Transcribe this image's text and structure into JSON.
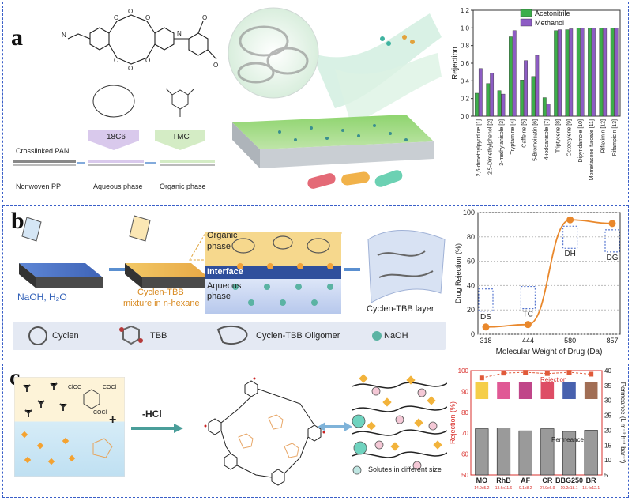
{
  "panel_a": {
    "label": "a",
    "steps": [
      "Crosslinked PAN",
      "Nonwoven PP",
      "Aqueous phase",
      "Organic phase"
    ],
    "monomers": [
      "18C6",
      "TMC"
    ],
    "chart_data": {
      "type": "bar",
      "ylabel": "Rejection",
      "ylim": [
        0,
        1.2
      ],
      "yticks": [
        "0.0",
        "0.2",
        "0.4",
        "0.6",
        "0.8",
        "1.0",
        "1.2"
      ],
      "categories": [
        "2,6-dimethylpyridine [1]",
        "2,5-Dimethylphenol [2]",
        "3-methylanisole [3]",
        "Tryptamine [4]",
        "Caffeine [5]",
        "5-Bromoisatin [6]",
        "4-iodoanisole [7]",
        "Triptycene [8]",
        "Octocrylene [9]",
        "Dipyridamole [10]",
        "Mometasone furoate [11]",
        "Rifaximin [12]",
        "Rifampicin [13]"
      ],
      "series": [
        {
          "name": "Acetonitrile",
          "color": "#3cae4a",
          "values": [
            0.26,
            0.37,
            0.29,
            0.9,
            0.41,
            0.45,
            0.21,
            0.97,
            0.98,
            1.0,
            1.0,
            1.0,
            1.0
          ]
        },
        {
          "name": "Methanol",
          "color": "#8d5cc4",
          "values": [
            0.54,
            0.49,
            0.25,
            0.97,
            0.63,
            0.69,
            0.14,
            0.98,
            0.99,
            1.0,
            1.0,
            1.0,
            1.0
          ]
        }
      ]
    }
  },
  "panel_b": {
    "label": "b",
    "texts": {
      "naoh": "NaOH, H₂O",
      "cyclen_tbb": "Cyclen-TBB",
      "mixture": "mixture in n-hexane",
      "organic": "Organic",
      "phase1": "phase",
      "interface": "Interface",
      "aqueous": "Aqueous",
      "phase2": "phase",
      "layer": "Cyclen-TBB layer"
    },
    "legend": [
      "Cyclen",
      "TBB",
      "Cyclen-TBB Oligomer",
      "NaOH"
    ],
    "chart_data": {
      "type": "line",
      "xlabel": "Molecular Weight of Drug (Da)",
      "ylabel": "Drug Rejection (%)",
      "ylim": [
        0,
        100
      ],
      "yticks": [
        "0",
        "20",
        "40",
        "60",
        "80",
        "100"
      ],
      "x": [
        318,
        444,
        580,
        857
      ],
      "values": [
        6,
        8,
        94,
        91
      ],
      "point_labels": [
        "DS",
        "TC",
        "DH",
        "DG"
      ],
      "color": "#e9882c"
    }
  },
  "panel_c": {
    "label": "c",
    "texts": {
      "reagent": "ClOC",
      "cocl1": "COCl",
      "cocl2": "COCl",
      "plus": "+",
      "hcl": "-HCl",
      "solutes": "Solutes in different size"
    },
    "chart_data": {
      "type": "bar",
      "ylabel": "Rejection (%)",
      "y2label": "Permeance (L m⁻² h⁻¹ bar⁻¹)",
      "ylim": [
        50,
        100
      ],
      "y2lim": [
        5,
        40
      ],
      "yticks": [
        "50",
        "60",
        "70",
        "80",
        "90",
        "100"
      ],
      "y2ticks": [
        "5",
        "10",
        "15",
        "20",
        "25",
        "30",
        "35",
        "40"
      ],
      "categories": [
        "MO",
        "RhB",
        "AF",
        "CR",
        "BBG250",
        "BR"
      ],
      "sizes": [
        "14.9x5.2",
        "13.6x11.6",
        "9.1x8.2",
        "27.9x6.9",
        "19.2x18.1",
        "15.4x12.1"
      ],
      "permeance": [
        20.5,
        20.8,
        19.8,
        20.5,
        19.6,
        20.0
      ],
      "rejection": [
        96.5,
        98.8,
        99.2,
        98.6,
        99.2,
        98.3
      ],
      "annotations": [
        "Rejection",
        "Permeance"
      ],
      "swatch_colors": [
        "#f3c21b",
        "#d8307a",
        "#b0186b",
        "#d6203e",
        "#1a3a9a",
        "#8a4a2a"
      ]
    }
  }
}
